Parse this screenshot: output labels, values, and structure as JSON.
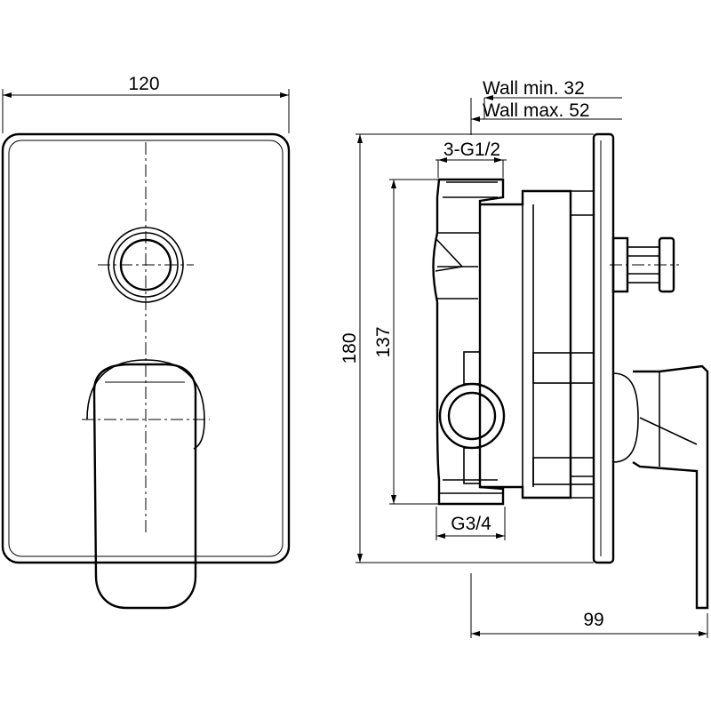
{
  "dimensions": {
    "width_front": "120",
    "height_total": "180",
    "height_body": "137",
    "wall_min": "Wall min. 32",
    "wall_max": "Wall max. 52",
    "outlet_thread": "3-G1/2",
    "inlet_thread": "G3/4",
    "depth": "99"
  }
}
